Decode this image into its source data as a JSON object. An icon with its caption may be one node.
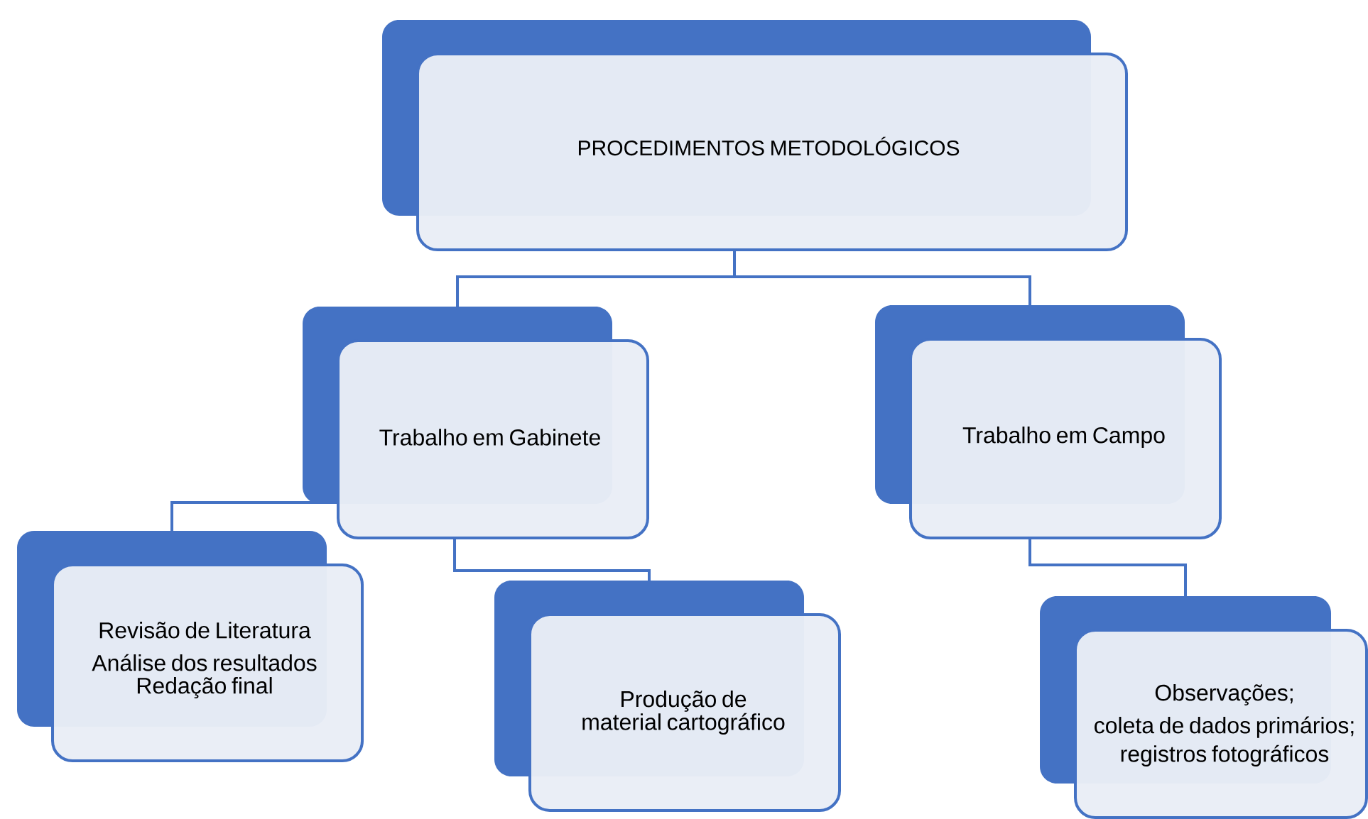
{
  "diagram": {
    "nodes": [
      {
        "text": [
          "PROCEDIMENTOS METODOLÓGICOS"
        ]
      },
      {
        "text": [
          "Trabalho em Gabinete"
        ]
      },
      {
        "text": [
          "Trabalho em Campo"
        ]
      },
      {
        "text": [
          "Revisão de Literatura",
          "Análise dos resultados",
          "Redação final"
        ]
      },
      {
        "text": [
          "Produção de material cartográfico"
        ]
      },
      {
        "text": [
          "Observações;",
          "coleta de dados primários;",
          "registros fotográficos"
        ]
      }
    ],
    "edges": [
      {
        "from": 0,
        "to": 1,
        "arrow": "none"
      },
      {
        "from": 0,
        "to": 2,
        "arrow": "none"
      },
      {
        "from": 1,
        "to": 3,
        "arrow": "none"
      },
      {
        "from": 1,
        "to": 4,
        "arrow": "none"
      },
      {
        "from": 2,
        "to": 5,
        "arrow": "none"
      }
    ]
  }
}
